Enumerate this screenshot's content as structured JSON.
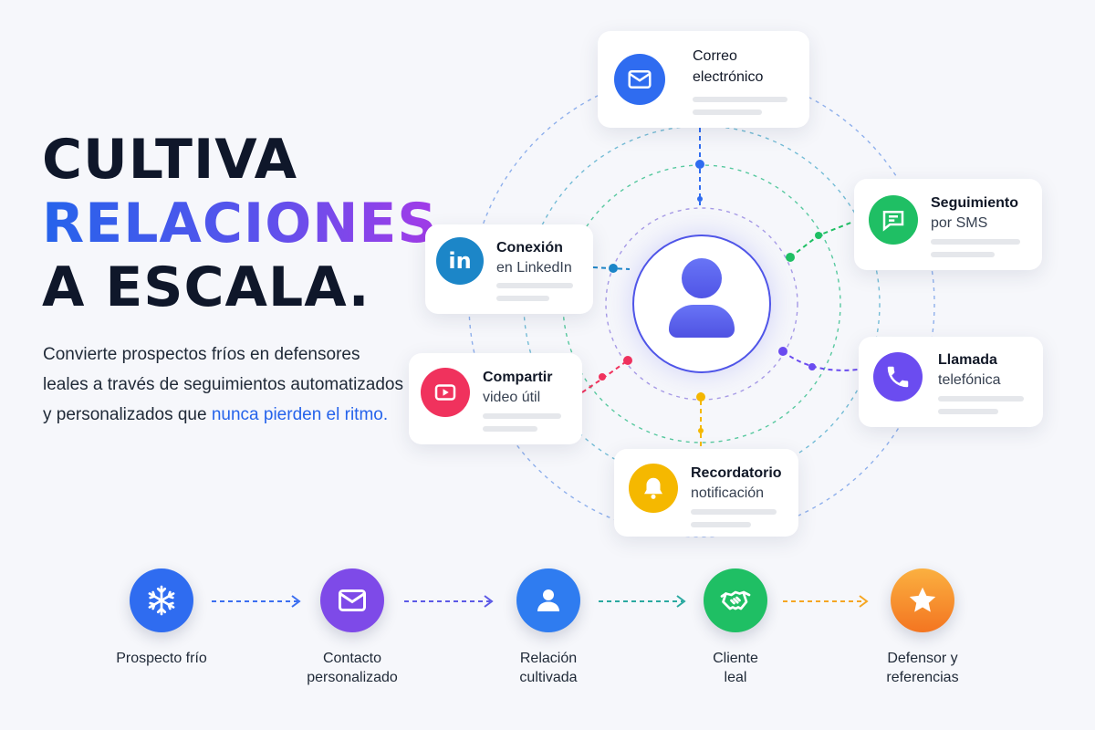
{
  "headline": {
    "line1": "CULTIVA",
    "line2": "RELACIONES",
    "line3": "A ESCALA."
  },
  "subtitle": {
    "text": "Convierte prospectos fríos en defensores leales a través de seguimientos automatizados y personalizados que ",
    "accent": "nunca pierden el ritmo."
  },
  "channels": {
    "email": {
      "line1": "Correo",
      "line2": "electrónico",
      "icon": "mail-icon",
      "color": "#2f6cf0"
    },
    "sms": {
      "line1": "Seguimiento",
      "line2": "por SMS",
      "icon": "chat-icon",
      "color": "#1fbf64"
    },
    "linkedin": {
      "line1": "Conexión",
      "line2": "en LinkedIn",
      "icon": "linkedin-icon",
      "color": "#1c86c8"
    },
    "call": {
      "line1": "Llamada",
      "line2": "telefónica",
      "icon": "phone-icon",
      "color": "#6b4cf0"
    },
    "video": {
      "line1": "Compartir",
      "line2": "video útil",
      "icon": "play-icon",
      "color": "#f0325d"
    },
    "reminder": {
      "line1": "Recordatorio",
      "line2": "notificación",
      "icon": "bell-icon",
      "color": "#f5b800"
    }
  },
  "stages": [
    {
      "label": "Prospecto frío",
      "icon": "snowflake-icon",
      "color": "#2f6cf0"
    },
    {
      "label": "Contacto\npersonalizado",
      "icon": "mail-icon",
      "color": "#7e4ae8"
    },
    {
      "label": "Relación\ncultivada",
      "icon": "user-icon",
      "color": "#2f7cf0"
    },
    {
      "label": "Cliente\nleal",
      "icon": "handshake-icon",
      "color": "#1fbf64"
    },
    {
      "label": "Defensor y\nreferencias",
      "icon": "star-icon",
      "color": "#f7941d"
    }
  ],
  "colors": {
    "accent_blue": "#2563eb",
    "accent_purple": "#a43be8",
    "center_ring": "#4f55e8"
  }
}
